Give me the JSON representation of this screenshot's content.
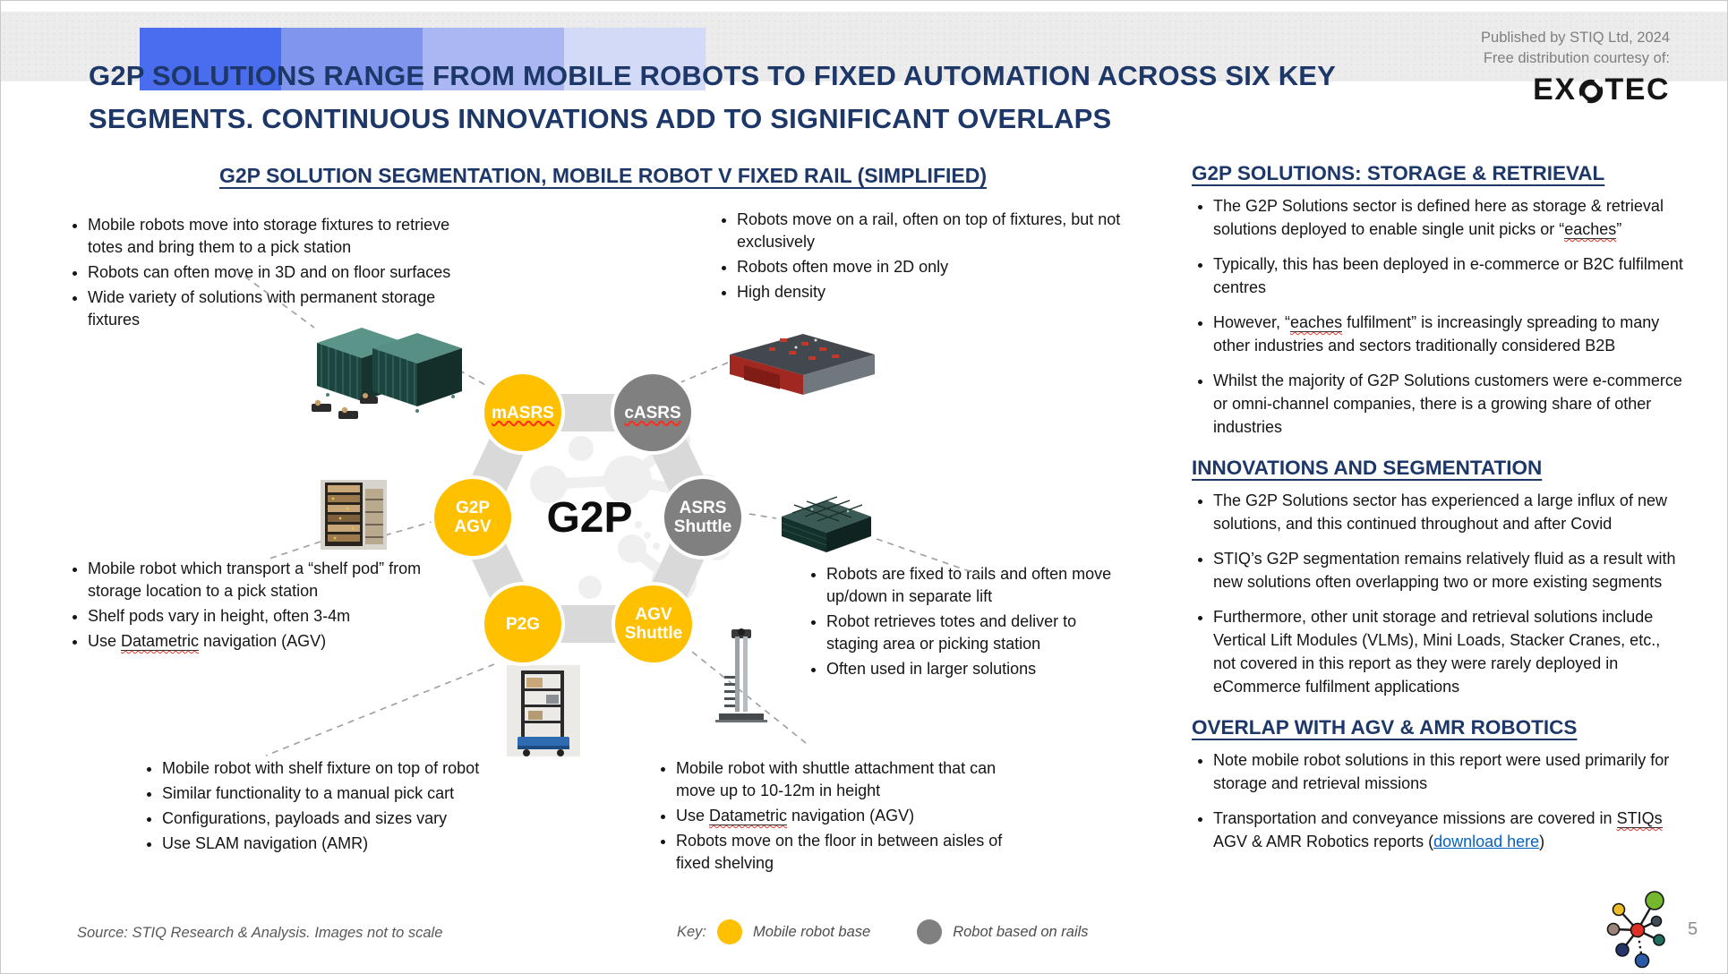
{
  "header": {
    "title_line1": "G2P SOLUTIONS RANGE FROM MOBILE ROBOTS TO FIXED AUTOMATION ACROSS SIX KEY",
    "title_line2": "SEGMENTS. CONTINUOUS INNOVATIONS ADD TO SIGNIFICANT OVERLAPS",
    "published": "Published by STIQ Ltd, 2024",
    "courtesy": "Free distribution courtesy of:",
    "logo_ex": "EX",
    "logo_tec": "TEC"
  },
  "diagram": {
    "heading": "G2P SOLUTION SEGMENTATION, MOBILE ROBOT V FIXED RAIL (SIMPLIFIED)",
    "center": "G2P",
    "nodes": {
      "masrs": "mASRS",
      "casrs": "cASRS",
      "g2p_agv": [
        "G2P",
        "AGV"
      ],
      "asrs_shuttle": [
        "ASRS",
        "Shuttle"
      ],
      "p2g": "P2G",
      "agv_shuttle": [
        "AGV",
        "Shuttle"
      ]
    },
    "masrs_notes": [
      "Mobile robots move into storage fixtures to retrieve totes and bring them to a pick station",
      "Robots can often move in 3D and on floor surfaces",
      "Wide variety of solutions with permanent storage fixtures"
    ],
    "casrs_notes": [
      "Robots move on a rail, often on top of fixtures, but not exclusively",
      "Robots often move in 2D only",
      "High density"
    ],
    "g2p_agv_notes": {
      "b1": "Mobile robot which transport a “shelf pod” from storage location to a pick station",
      "b2": "Shelf pods vary in height, often 3-4m",
      "b3_pre": "Use ",
      "b3_sq": "Datametric",
      "b3_post": " navigation (AGV)"
    },
    "asrs_shuttle_notes": [
      "Robots are fixed to rails and often move up/down in separate lift",
      "Robot retrieves totes and deliver to staging area or picking station",
      "Often used in larger solutions"
    ],
    "p2g_notes": [
      "Mobile robot with shelf fixture on top of robot",
      "Similar functionality to a manual pick cart",
      "Configurations, payloads and sizes vary",
      "Use SLAM navigation (AMR)"
    ],
    "agv_shuttle_notes": {
      "b1": "Mobile robot with shuttle attachment that can move up to 10-12m in height",
      "b2_pre": "Use ",
      "b2_sq": "Datametric",
      "b2_post": " navigation (AGV)",
      "b3": "Robots move on the floor in between aisles of fixed shelving"
    }
  },
  "right_col": {
    "s1": {
      "heading": "G2P SOLUTIONS: STORAGE & RETRIEVAL",
      "b1_pre": "The G2P Solutions sector is defined here as storage & retrieval solutions deployed to enable single unit picks or “",
      "b1_sq": "eaches",
      "b1_post": "”",
      "b2": "Typically, this has been deployed in e-commerce or B2C fulfilment centres",
      "b3_pre": "However, “",
      "b3_sq": "eaches",
      "b3_post": " fulfilment” is increasingly spreading to many other industries and sectors traditionally considered B2B",
      "b4": "Whilst the majority of G2P Solutions customers were e-commerce or omni-channel companies, there is a growing share of other industries"
    },
    "s2": {
      "heading": "INNOVATIONS AND SEGMENTATION",
      "b1": "The G2P Solutions sector has experienced a large influx of new solutions, and this continued throughout and after Covid",
      "b2": "STIQ’s G2P segmentation remains relatively fluid as a result with new solutions often overlapping two or more existing segments",
      "b3": "Furthermore, other unit storage and retrieval solutions include Vertical Lift Modules (VLMs), Mini Loads, Stacker Cranes, etc., not covered in this report as they were rarely deployed in eCommerce fulfilment applications"
    },
    "s3": {
      "heading": "OVERLAP WITH AGV & AMR ROBOTICS",
      "b1": "Note mobile robot solutions in this report were used primarily for storage and retrieval missions",
      "b2_pre": "Transportation and conveyance missions are covered in ",
      "b2_sq": "STIQs",
      "b2_mid": " AGV & AMR Robotics reports (",
      "b2_link": "download here",
      "b2_post": ")"
    }
  },
  "footer": {
    "source": "Source: STIQ Research & Analysis. Images not to scale",
    "key_label": "Key:",
    "key_mobile": "Mobile robot base",
    "key_rail": "Robot based on rails",
    "page": "5"
  },
  "colors": {
    "mobile_robot_base": "#FFC000",
    "robot_on_rails": "#808080",
    "heading_navy": "#1d3868",
    "link_blue": "#0563C1",
    "topbar_squares": [
      "#4a6cee",
      "#8095ee",
      "#aab7f3",
      "#d3daf8"
    ]
  }
}
